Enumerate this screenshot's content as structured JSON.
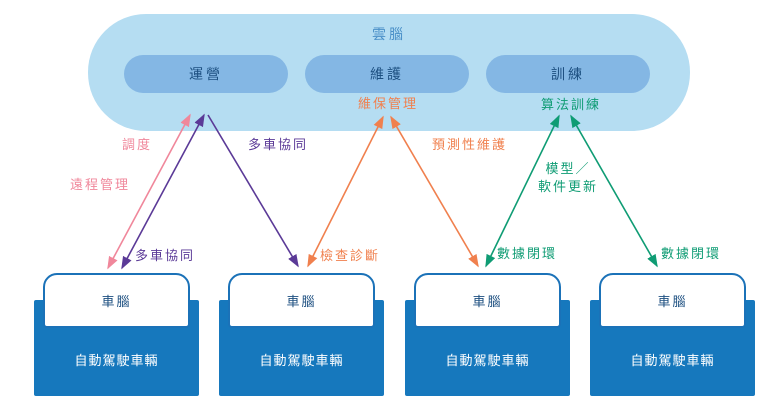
{
  "colors": {
    "cloud-bg": "#b5ddf2",
    "pill-bg": "#84b7e4",
    "pill-text": "#1c4f80",
    "cloud-title": "#4a90c8",
    "vehicle-blue": "#1678bd",
    "vehicle-border": "#1b72b8",
    "brain-text": "#1c4f80",
    "vehicle-text": "#ffffff",
    "pink": "#f0879b",
    "purple": "#5b3a97",
    "orange": "#f0804e",
    "teal": "#0f9c74",
    "bg": "#ffffff"
  },
  "cloud": {
    "title": "雲腦",
    "pills": [
      {
        "label": "運營"
      },
      {
        "label": "維護"
      },
      {
        "label": "訓練"
      }
    ],
    "maintenance_label": "維保管理",
    "training_label": "算法訓練"
  },
  "links": {
    "dispatch": "調度",
    "remote_management": "遠程管理",
    "multi_vehicle_coordination_up": "多車協同",
    "multi_vehicle_coordination_down": "多車協同",
    "inspection_diagnosis": "檢查診斷",
    "predictive_maintenance": "預測性維護",
    "model_software_update_line1": "模型／",
    "model_software_update_line2": "軟件更新",
    "data_loop_left": "數據閉環",
    "data_loop_right": "數據閉環"
  },
  "vehicles": [
    {
      "brain": "車腦",
      "label": "自動駕駛車輛"
    },
    {
      "brain": "車腦",
      "label": "自動駕駛車輛"
    },
    {
      "brain": "車腦",
      "label": "自動駕駛車輛"
    },
    {
      "brain": "車腦",
      "label": "自動駕駛車輛"
    }
  ]
}
